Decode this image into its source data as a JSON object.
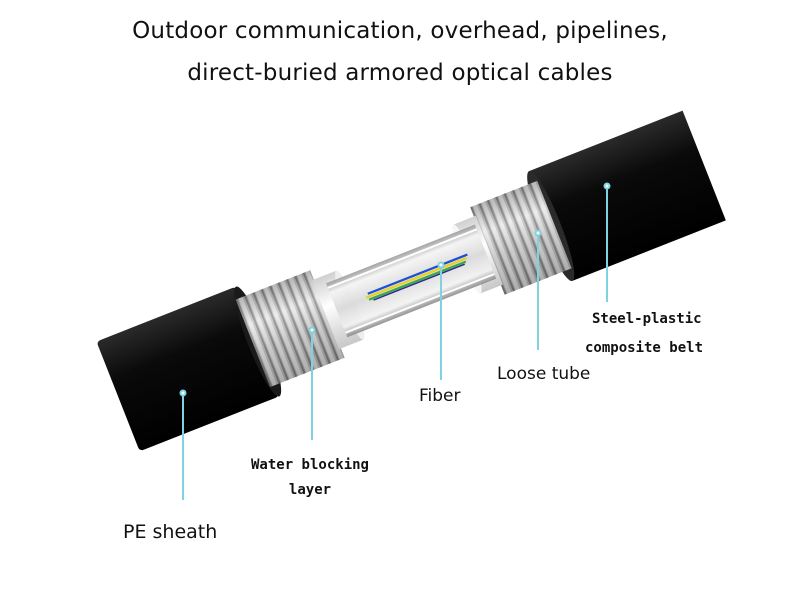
{
  "title": {
    "line1": "Outdoor communication, overhead, pipelines,",
    "line2": "direct-buried armored optical cables"
  },
  "labels": {
    "pe_sheath": "PE sheath",
    "water_blocking_line1": "Water blocking",
    "water_blocking_line2": "layer",
    "fiber": "Fiber",
    "loose_tube": "Loose tube",
    "steel_plastic_line1": "Steel-plastic",
    "steel_plastic_line2": "composite belt"
  },
  "colors": {
    "sheath": "#0d0d0d",
    "leader_line": "#7fd3e0",
    "fiber_blue": "#1c4fd6",
    "fiber_yellow": "#e8d21c",
    "fiber_green": "#3aa84a"
  }
}
